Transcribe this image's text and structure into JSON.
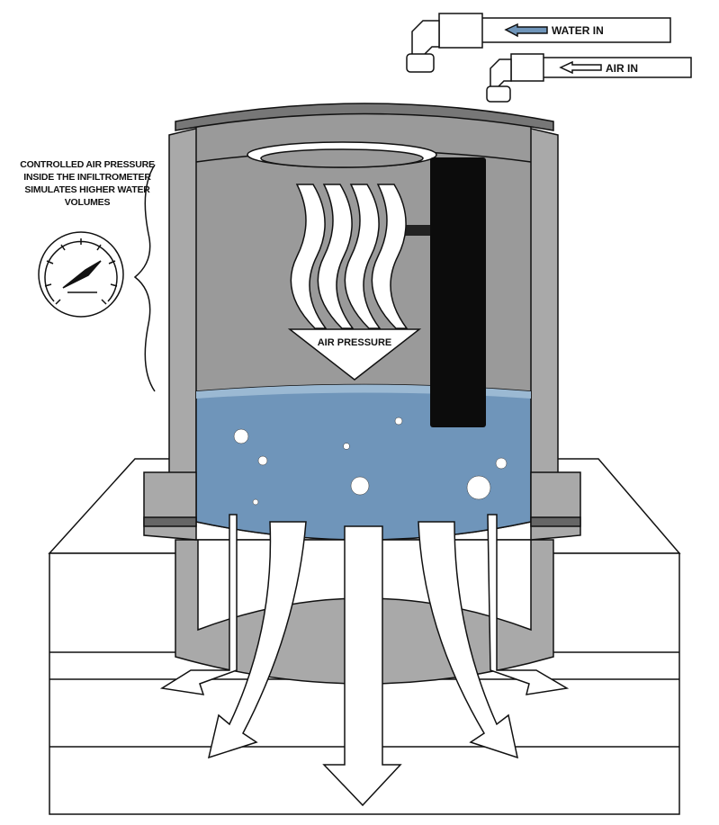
{
  "labels": {
    "water_in": "WATER IN",
    "air_in": "AIR IN",
    "air_pressure": "AIR PRESSURE",
    "note": "CONTROLLED AIR PRESSURE INSIDE THE INFILTROMETER SIMULATES HIGHER WATER VOLUMES"
  },
  "icons": [
    "pressure-gauge-icon",
    "water-in-arrow-icon",
    "air-in-arrow-icon"
  ],
  "colors": {
    "water": "#6f95ba",
    "water_surface": "#9bb9d3",
    "cylinder": "#a9a9a9",
    "cylinder_inner": "#9a9a9a",
    "tube": "#0c0c0c",
    "outline": "#111111"
  }
}
